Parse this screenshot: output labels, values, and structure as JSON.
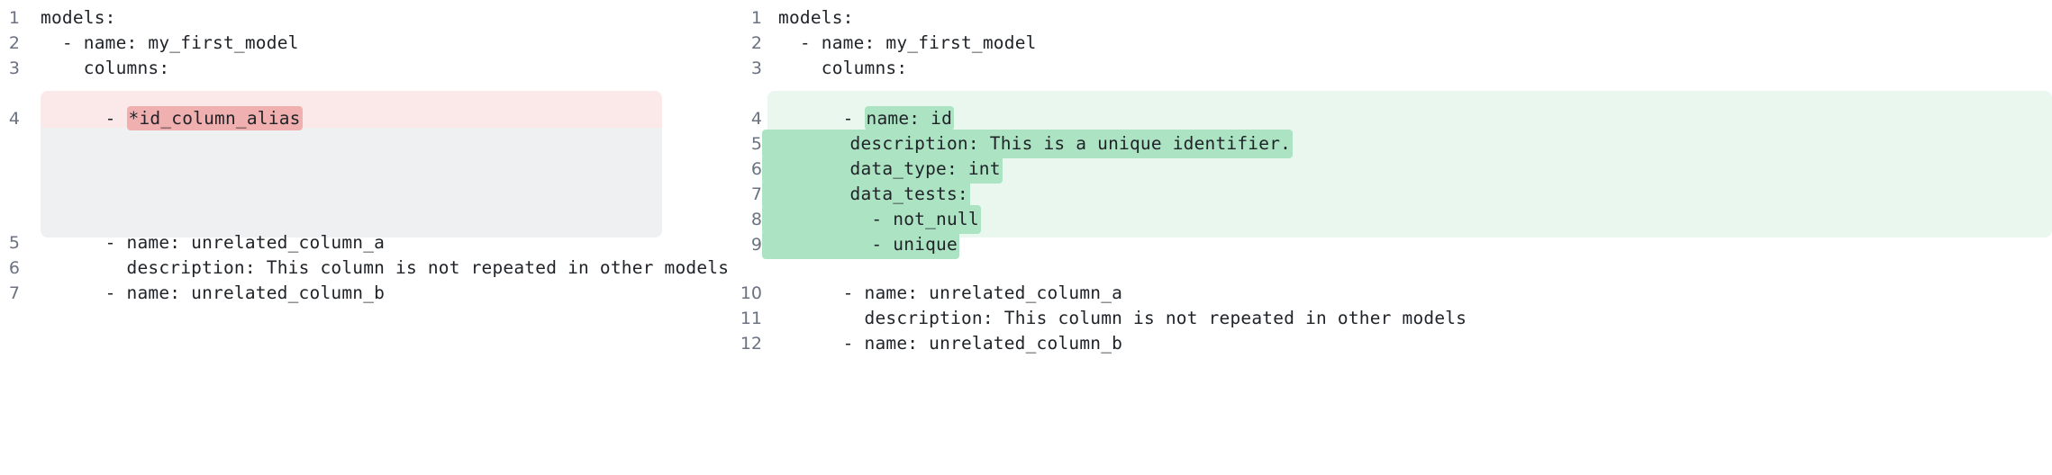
{
  "view": {
    "kind": "side-by-side-diff",
    "language": "yaml",
    "colors": {
      "deletion_row_bg": "#fbe9e9",
      "deletion_word_bg": "#f1b0b0",
      "insertion_block_bg": "#e9f7ef",
      "insertion_word_bg": "#abe3c3",
      "placeholder_bg": "#eef0f2",
      "line_number_fg": "#6b7280",
      "code_fg": "#1f2328",
      "page_bg": "#ffffff"
    }
  },
  "left_pane": {
    "name": "before",
    "lines": [
      {
        "no": "1",
        "indent": "",
        "text": "models:",
        "kind": "context"
      },
      {
        "no": "2",
        "indent": "  ",
        "text": "- name: my_first_model",
        "kind": "context"
      },
      {
        "no": "3",
        "indent": "    ",
        "text": "columns:",
        "kind": "context"
      },
      {
        "no": "4",
        "indent": "      ",
        "prefix": "- ",
        "word": "*id_column_alias",
        "kind": "deletion"
      },
      {
        "no": "",
        "text": "",
        "kind": "placeholder"
      },
      {
        "no": "5",
        "indent": "      ",
        "text": "- name: unrelated_column_a",
        "kind": "context"
      },
      {
        "no": "6",
        "indent": "        ",
        "text": "description: This column is not repeated in other models",
        "kind": "context"
      },
      {
        "no": "7",
        "indent": "      ",
        "text": "- name: unrelated_column_b",
        "kind": "context"
      }
    ]
  },
  "right_pane": {
    "name": "after",
    "lines": [
      {
        "no": "1",
        "indent": "",
        "text": "models:",
        "kind": "context"
      },
      {
        "no": "2",
        "indent": "  ",
        "text": "- name: my_first_model",
        "kind": "context"
      },
      {
        "no": "3",
        "indent": "    ",
        "text": "columns:",
        "kind": "context"
      },
      {
        "no": "4",
        "indent": "      ",
        "prefix": "- ",
        "word": "name: id",
        "kind": "insertion-word"
      },
      {
        "no": "5",
        "indent": "        ",
        "word": "description: This is a unique identifier.",
        "kind": "insertion-line"
      },
      {
        "no": "6",
        "indent": "        ",
        "word": "data_type: int",
        "kind": "insertion-line"
      },
      {
        "no": "7",
        "indent": "        ",
        "word": "data_tests:",
        "kind": "insertion-line"
      },
      {
        "no": "8",
        "indent": "          ",
        "word": "- not_null",
        "kind": "insertion-line"
      },
      {
        "no": "9",
        "indent": "          ",
        "word": "- unique",
        "kind": "insertion-line"
      },
      {
        "no": "10",
        "indent": "      ",
        "text": "- name: unrelated_column_a",
        "kind": "context"
      },
      {
        "no": "11",
        "indent": "        ",
        "text": "description: This column is not repeated in other models",
        "kind": "context"
      },
      {
        "no": "12",
        "indent": "      ",
        "text": "- name: unrelated_column_b",
        "kind": "context"
      }
    ]
  }
}
